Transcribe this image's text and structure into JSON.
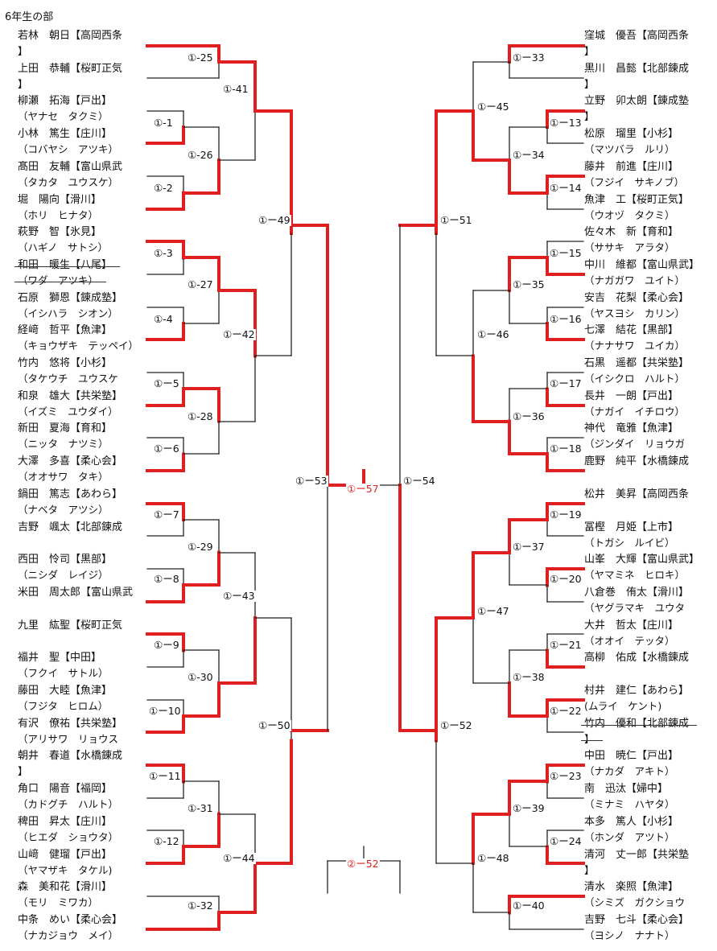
{
  "title": "6年生の部",
  "left_entries": [
    {
      "name": "若林　朝日【高岡西条",
      "kana": "】",
      "wrap": true
    },
    {
      "name": "上田　恭輔【桜町正気",
      "kana": "】",
      "wrap": true
    },
    {
      "name": "柳瀬　拓海【戸出】",
      "kana": "（ヤナセ　タクミ）"
    },
    {
      "name": "小林　篤生【庄川】",
      "kana": "（コバヤシ　アツキ）"
    },
    {
      "name": "髙田　友輔【富山県武",
      "kana": "（タカタ　ユウスケ）"
    },
    {
      "name": "堀　陽向【滑川】",
      "kana": "（ホリ　ヒナタ）"
    },
    {
      "name": "萩野　智【氷見】",
      "kana": "（ハギノ　サトシ）"
    },
    {
      "name": "和田　暖生【八尾】",
      "kana": "（ワダ　アツキ）",
      "strike": true
    },
    {
      "name": "石原　獅恩【錬成塾】",
      "kana": "（イシハラ　シオン）"
    },
    {
      "name": "経﨑　哲平【魚津】",
      "kana": "（キョウザキ　テッペイ）"
    },
    {
      "name": "竹内　悠将【小杉】",
      "kana": "（タケウチ　ユウスケ"
    },
    {
      "name": "和泉　雄大【共栄塾】",
      "kana": "（イズミ　ユウダイ）"
    },
    {
      "name": "新田　夏海【育和】",
      "kana": "（ニッタ　ナツミ）"
    },
    {
      "name": "大澤　多喜【柔心会】",
      "kana": "（オオサワ　タキ）"
    },
    {
      "name": "鍋田　篤志【あわら】",
      "kana": "（ナベタ　アツシ）"
    },
    {
      "name": "吉野　颯太【北部錬成",
      "kana": ""
    },
    {
      "name": "西田　怜司【黒部】",
      "kana": "（ニシダ　レイジ）"
    },
    {
      "name": "米田　周太郎【富山県武",
      "kana": ""
    },
    {
      "name": "九里　紘聖【桜町正気",
      "kana": ""
    },
    {
      "name": "福井　聖【中田】",
      "kana": "（フクイ　サトル）"
    },
    {
      "name": "藤田　大睦【魚津】",
      "kana": "（フジタ　ヒロム）"
    },
    {
      "name": "有沢　僚祐【共栄塾】",
      "kana": "（アリサワ　リョウス"
    },
    {
      "name": "朝井　春道【水橋錬成",
      "kana": "】"
    },
    {
      "name": "角口　陽音【福岡】",
      "kana": "（カドグチ　ハルト）"
    },
    {
      "name": "稗田　昇太【庄川】",
      "kana": "（ヒエダ　ショウタ）"
    },
    {
      "name": "山﨑　健瑠【戸出】",
      "kana": "（ヤマザキ　タケル)"
    },
    {
      "name": "森　美和花【滑川】",
      "kana": "（モリ　ミワカ）"
    },
    {
      "name": "中条　めい【柔心会】",
      "kana": "（ナカジョウ　メイ）"
    }
  ],
  "right_entries": [
    {
      "name": "窪城　優吾【高岡西条",
      "kana": "】"
    },
    {
      "name": "黒川　昌懿【北部錬成",
      "kana": "】"
    },
    {
      "name": "立野　卯太朗【錬成塾",
      "kana": "】"
    },
    {
      "name": "松原　瑠里【小杉】",
      "kana": "（マツバラ　ルリ）"
    },
    {
      "name": "藤井　前進【庄川】",
      "kana": "（フジイ　サキノブ）"
    },
    {
      "name": "魚津　工【桜町正気】",
      "kana": "（ウオヅ　タクミ）"
    },
    {
      "name": "佐々木　新【育和】",
      "kana": "（ササキ　アラタ）"
    },
    {
      "name": "中川　維都【富山県武】",
      "kana": "（ナガガワ　ユイト）"
    },
    {
      "name": "安吉　花梨【柔心会】",
      "kana": "（ヤスヨシ　カリン）"
    },
    {
      "name": "七澤　結花【黒部】",
      "kana": "（ナナサワ　ユイカ）"
    },
    {
      "name": "石黒　遥都【共栄塾】",
      "kana": "（イシクロ　ハルト）"
    },
    {
      "name": "長井　一朗【戸出】",
      "kana": "（ナガイ　イチロウ）"
    },
    {
      "name": "神代　竜雅【魚津】",
      "kana": "（ジンダイ　リョウガ"
    },
    {
      "name": "鹿野　純平【水橋錬成",
      "kana": ""
    },
    {
      "name": "松井　美昇【高岡西条",
      "kana": ""
    },
    {
      "name": "冨樫　月姫【上市】",
      "kana": "（トガシ　ルイビ）"
    },
    {
      "name": "山峯　大輝【富山県武】",
      "kana": "（ヤマミネ　ヒロキ）"
    },
    {
      "name": "八倉巻　侑太【滑川】",
      "kana": "（ヤグラマキ　ユウタ"
    },
    {
      "name": "大井　哲太【庄川】",
      "kana": "（オオイ　テッタ）"
    },
    {
      "name": "高柳　佑成【水橋錬成",
      "kana": ""
    },
    {
      "name": "村井　建仁【あわら】",
      "kana": "(ムライ　ケント)"
    },
    {
      "name": "竹内　優和【北部錬成",
      "kana": "】",
      "strike": true
    },
    {
      "name": "中田　暁仁【戸出】",
      "kana": "（ナカダ　アキト）"
    },
    {
      "name": "南　迅汰【婦中】",
      "kana": "（ミナミ　ハヤタ）"
    },
    {
      "name": "本多　篤人【小杉】",
      "kana": "（ホンダ　アツト）"
    },
    {
      "name": "清河　丈一郎【共栄塾",
      "kana": "】"
    },
    {
      "name": "清水　楽照【魚津】",
      "kana": "（シミズ　ガクショウ"
    },
    {
      "name": "吉野　七斗【柔心会】",
      "kana": "（ヨシノ　ナナト）"
    }
  ],
  "match_labels": [
    {
      "id": "m25",
      "text": "①-25"
    },
    {
      "id": "m1",
      "text": "①-1"
    },
    {
      "id": "m26",
      "text": "①-26"
    },
    {
      "id": "m2",
      "text": "①-2"
    },
    {
      "id": "m41",
      "text": "①-41"
    },
    {
      "id": "m3",
      "text": "①-3"
    },
    {
      "id": "m27",
      "text": "①-27"
    },
    {
      "id": "m4",
      "text": "①-4"
    },
    {
      "id": "m42",
      "text": "①ー42"
    },
    {
      "id": "m5",
      "text": "①ー5"
    },
    {
      "id": "m28",
      "text": "①-28"
    },
    {
      "id": "m6",
      "text": "①ー6"
    },
    {
      "id": "m49",
      "text": "①ー49"
    },
    {
      "id": "m7",
      "text": "①ー7"
    },
    {
      "id": "m29",
      "text": "①-29"
    },
    {
      "id": "m8",
      "text": "①ー8"
    },
    {
      "id": "m43",
      "text": "①ー43"
    },
    {
      "id": "m9",
      "text": "①ー9"
    },
    {
      "id": "m30",
      "text": "①-30"
    },
    {
      "id": "m10",
      "text": "①ー10"
    },
    {
      "id": "m11",
      "text": "①ー11"
    },
    {
      "id": "m31",
      "text": "①-31"
    },
    {
      "id": "m12",
      "text": "①-12"
    },
    {
      "id": "m44",
      "text": "①ー44"
    },
    {
      "id": "m32",
      "text": "①-32"
    },
    {
      "id": "m50",
      "text": "①ー50"
    },
    {
      "id": "m53",
      "text": "①ー53"
    },
    {
      "id": "m57",
      "text": "①ー57"
    },
    {
      "id": "m54",
      "text": "①ー54"
    },
    {
      "id": "m2_52",
      "text": "②ー52"
    },
    {
      "id": "m33",
      "text": "①ー33"
    },
    {
      "id": "m45",
      "text": "①ー45"
    },
    {
      "id": "m13",
      "text": "①ー13"
    },
    {
      "id": "m34",
      "text": "①ー34"
    },
    {
      "id": "m14",
      "text": "①ー14"
    },
    {
      "id": "m51",
      "text": "①ー51"
    },
    {
      "id": "m15",
      "text": "①ー15"
    },
    {
      "id": "m35",
      "text": "①ー35"
    },
    {
      "id": "m16",
      "text": "①ー16"
    },
    {
      "id": "m46",
      "text": "①ー46"
    },
    {
      "id": "m17",
      "text": "①ー17"
    },
    {
      "id": "m36",
      "text": "①ー36"
    },
    {
      "id": "m18",
      "text": "①ー18"
    },
    {
      "id": "m19",
      "text": "①ー19"
    },
    {
      "id": "m37",
      "text": "①ー37"
    },
    {
      "id": "m20",
      "text": "①ー20"
    },
    {
      "id": "m47",
      "text": "①ー47"
    },
    {
      "id": "m21",
      "text": "①ー21"
    },
    {
      "id": "m38",
      "text": "①ー38"
    },
    {
      "id": "m22",
      "text": "①ー22"
    },
    {
      "id": "m52",
      "text": "①ー52"
    },
    {
      "id": "m23",
      "text": "①ー23"
    },
    {
      "id": "m39",
      "text": "①ー39"
    },
    {
      "id": "m24",
      "text": "①ー24"
    },
    {
      "id": "m48",
      "text": "①ー48"
    },
    {
      "id": "m40",
      "text": "①ー40"
    }
  ],
  "colors": {
    "winner_line": "#e02020",
    "line": "#222222",
    "final_label": "#e02020"
  }
}
